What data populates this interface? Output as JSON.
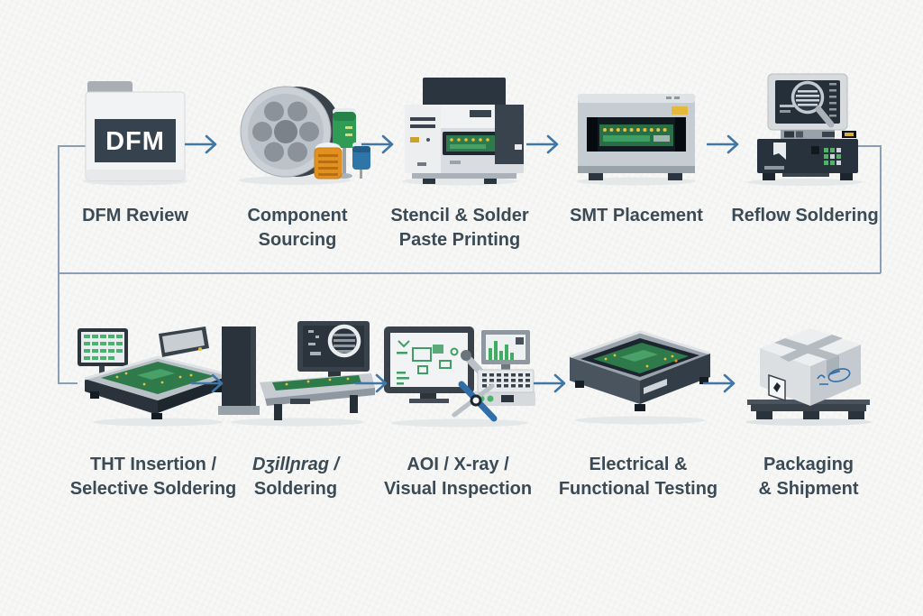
{
  "diagram": {
    "title": "PCB assembly process flow",
    "colors": {
      "background": "#f7f8f6",
      "label_text": "#3b4a54",
      "arrow": "#4177a6",
      "connector_line": "#8b9fb4",
      "pcb_green": "#2e7a4b",
      "machine_dark": "#2a333c",
      "machine_silver": "#c6ccd2",
      "accent_yellow": "#e4b83b",
      "accent_orange": "#e2901f",
      "accent_blue": "#2f6ea8"
    }
  },
  "steps": [
    {
      "id": "dfm-review",
      "line1": "DFM Review",
      "line2": "",
      "badge": "DFM"
    },
    {
      "id": "component-sourcing",
      "line1": "Component",
      "line2": "Sourcing"
    },
    {
      "id": "stencil-solder-paste-printing",
      "line1": "Stencil & Solder",
      "line2": "Paste Printing"
    },
    {
      "id": "smt-placement",
      "line1": "SMT Placement",
      "line2": ""
    },
    {
      "id": "reflow-soldering",
      "line1": "Reflow Soldering",
      "line2": ""
    },
    {
      "id": "tht-insertion-selective-soldering",
      "line1": "THT Insertion /",
      "line2": "Selective Soldering"
    },
    {
      "id": "drilling-soldering",
      "line1": "Dʒillɲrag /",
      "line2": "Soldering"
    },
    {
      "id": "aoi-xray-visual-inspection",
      "line1": "AOI / X-ray /",
      "line2": "Visual Inspection"
    },
    {
      "id": "electrical-functional-testing",
      "line1": "Electrical &",
      "line2": "Functional Testing"
    },
    {
      "id": "packaging-shipment",
      "line1": "Packaging",
      "line2": "& Shipment"
    }
  ]
}
